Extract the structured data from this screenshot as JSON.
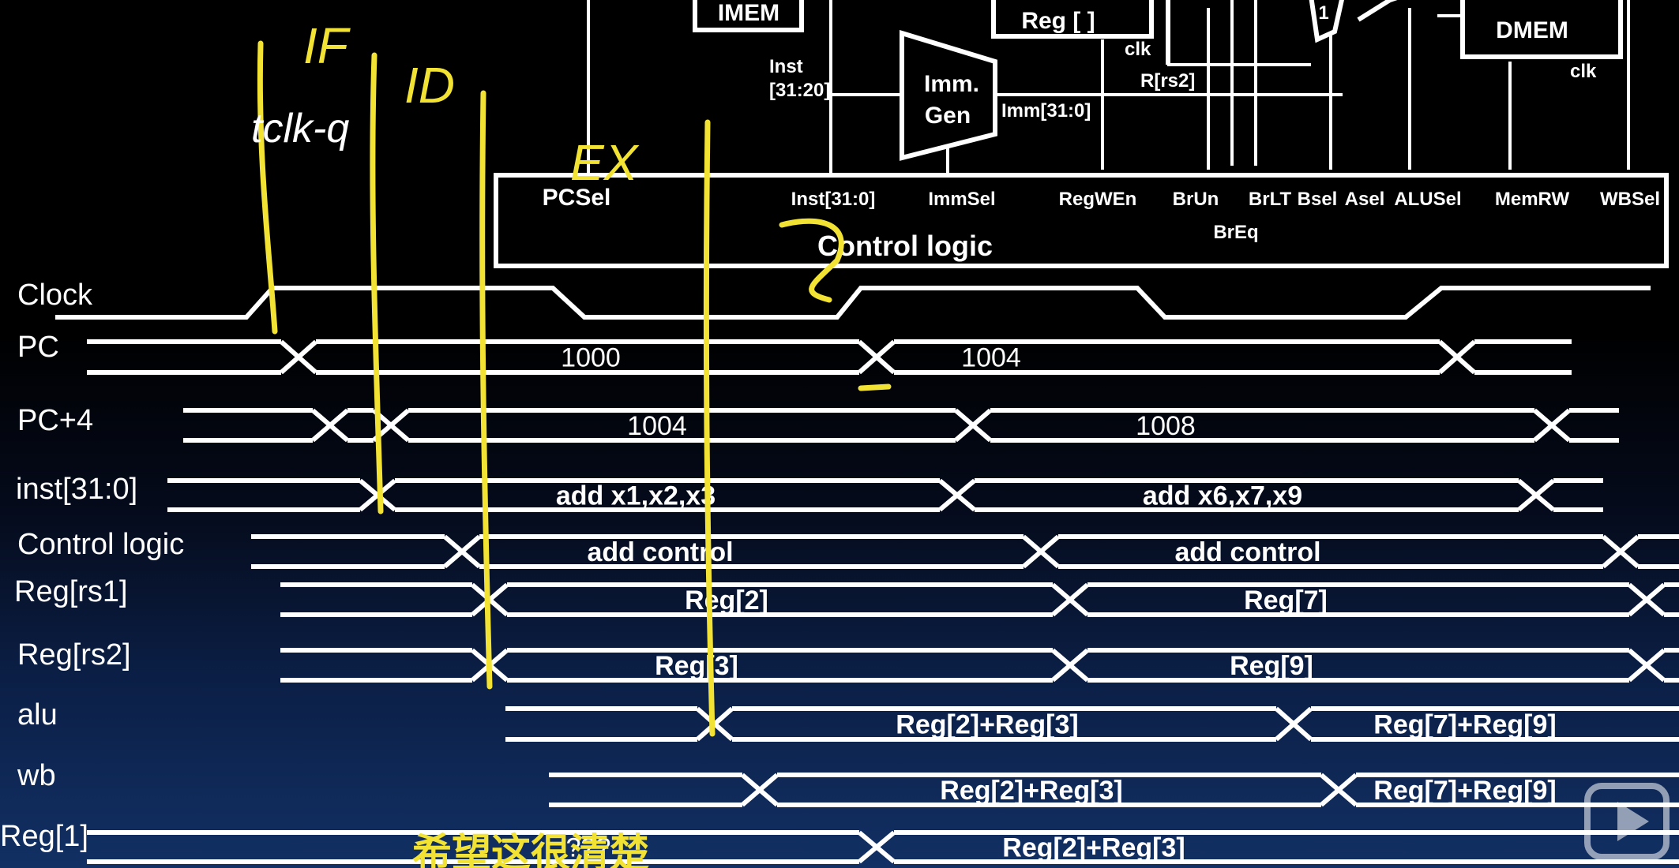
{
  "datapath": {
    "imem_label": "IMEM",
    "reg_label": "Reg [ ]",
    "dmem_label": "DMEM",
    "mux_label": "1",
    "clk_reg": "clk",
    "clk_dmem": "clk",
    "r_rs2": "R[rs2]",
    "inst_slice_line1": "Inst",
    "inst_slice_line2": "[31:20]",
    "imm_gen_line1": "Imm.",
    "imm_gen_line2": "Gen",
    "imm_out": "Imm[31:0]",
    "control_title": "Control logic",
    "control_signals": [
      "PCSel",
      "Inst[31:0]",
      "ImmSel",
      "RegWEn",
      "BrUn",
      "BrLT",
      "Bsel",
      "Asel",
      "ALUSel",
      "MemRW",
      "WBSel"
    ],
    "breq": "BrEq"
  },
  "timing": {
    "clock_label": "Clock",
    "signals": [
      {
        "name": "PC",
        "values": [
          "1000",
          "1004"
        ]
      },
      {
        "name": "PC+4",
        "values": [
          "1004",
          "1008"
        ]
      },
      {
        "name": "inst[31:0]",
        "values": [
          "add x1,x2,x3",
          "add x6,x7,x9"
        ]
      },
      {
        "name": "Control logic",
        "values": [
          "add control",
          "add control"
        ]
      },
      {
        "name": "Reg[rs1]",
        "values": [
          "Reg[2]",
          "Reg[7]"
        ]
      },
      {
        "name": "Reg[rs2]",
        "values": [
          "Reg[3]",
          "Reg[9]"
        ]
      },
      {
        "name": "alu",
        "values": [
          "Reg[2]+Reg[3]",
          "Reg[7]+Reg[9]"
        ]
      },
      {
        "name": "wb",
        "values": [
          "Reg[2]+Reg[3]",
          "Reg[7]+Reg[9]"
        ]
      },
      {
        "name": "Reg[1]",
        "values": [
          "???",
          "Reg[2]+Reg[3]"
        ]
      }
    ]
  },
  "annotations": {
    "if_label": "IF",
    "id_label": "ID",
    "ex_label": "EX",
    "tclk_q": "tclk-q",
    "subtitle": "希望这很清楚"
  },
  "colors": {
    "ink": "#f2e233",
    "wire": "#ffffff"
  }
}
